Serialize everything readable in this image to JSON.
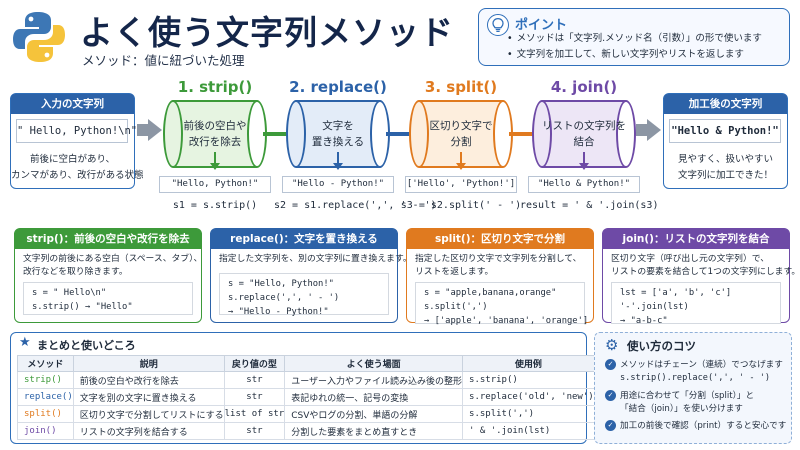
{
  "header": {
    "title": "よく使う文字列メソッド",
    "subtitle": "メソッド：値に紐づいた処理"
  },
  "point": {
    "title": "ポイント",
    "items": [
      "メソッドは「文字列.メソッド名（引数）」の形で使います",
      "文字列を加工して、新しい文字列やリストを返します"
    ]
  },
  "input": {
    "heading": "入力の文字列",
    "value": "\"  Hello,  Python!\\n\"",
    "desc": [
      "前後に空白があり、",
      "カンマがあり、改行がある状態"
    ]
  },
  "output": {
    "heading": "加工後の文字列",
    "value": "\"Hello & Python!\"",
    "desc": [
      "見やすく、扱いやすい",
      "文字列に加工できた！"
    ]
  },
  "steps": [
    {
      "title": "1. strip()",
      "text": [
        "前後の空白や",
        "改行を除去"
      ],
      "result": "\"Hello,  Python!\"",
      "code": "s1 = s.strip()",
      "color": "#3d9a3a",
      "fill": "#e6f4e1"
    },
    {
      "title": "2. replace()",
      "text": [
        "文字を",
        "置き換える"
      ],
      "result": "\"Hello - Python!\"",
      "code": "s2 = s1.replace(',', ' - ')",
      "color": "#2c62a8",
      "fill": "#e3ecf8"
    },
    {
      "title": "3. split()",
      "text": [
        "区切り文字で",
        "分割"
      ],
      "result": "['Hello', 'Python!']",
      "code": "s3 = s2.split(' - ')",
      "color": "#e07a1f",
      "fill": "#fdeedd"
    },
    {
      "title": "4. join()",
      "text": [
        "リストの文字列を",
        "結合"
      ],
      "result": "\"Hello & Python!\"",
      "code": "result = ' & '.join(s3)",
      "color": "#6e4aa6",
      "fill": "#ede6f6"
    }
  ],
  "cards": [
    {
      "heading": "strip()：前後の空白や改行を除去",
      "desc": [
        "文字列の前後にある空白（スペース、タブ）、",
        "改行などを取り除きます。"
      ],
      "code": [
        "s = \"   Hello\\n\"",
        "s.strip()   →   \"Hello\""
      ],
      "color": "#3d9a3a"
    },
    {
      "heading": "replace()：文字を置き換える",
      "desc": [
        "指定した文字列を、別の文字列に置き換えます。"
      ],
      "code": [
        "s = \"Hello, Python!\"",
        "s.replace(',', ' - ')",
        "     →   \"Hello - Python!\""
      ],
      "color": "#2c62a8"
    },
    {
      "heading": "split()：区切り文字で分割",
      "desc": [
        "指定した区切り文字で文字列を分割して、",
        "リストを返します。"
      ],
      "code": [
        "s = \"apple,banana,orange\"",
        "s.split(',')",
        "  →   ['apple', 'banana', 'orange']"
      ],
      "color": "#e07a1f"
    },
    {
      "heading": "join()：リストの文字列を結合",
      "desc": [
        "区切り文字（呼び出し元の文字列）で、",
        "リストの要素を結合して1つの文字列にします。"
      ],
      "code": [
        "lst = ['a', 'b', 'c']",
        "'-'.join(lst)",
        "          →   \"a-b-c\""
      ],
      "color": "#6e4aa6"
    }
  ],
  "summary": {
    "title": "まとめと使いどころ",
    "headers": [
      "メソッド",
      "説明",
      "戻り値の型",
      "よく使う場面",
      "使用例"
    ],
    "rows": [
      [
        "strip()",
        "前後の空白や改行を除去",
        "str",
        "ユーザー入力やファイル読み込み後の整形",
        "s.strip()"
      ],
      [
        "replace()",
        "文字を別の文字に置き換える",
        "str",
        "表記ゆれの統一、記号の変換",
        "s.replace('old', 'new')"
      ],
      [
        "split()",
        "区切り文字で分割してリストにする",
        "list of str",
        "CSVやログの分割、単語の分解",
        "s.split(',')"
      ],
      [
        "join()",
        "リストの文字列を結合する",
        "str",
        "分割した要素をまとめ直すとき",
        "' & '.join(lst)"
      ]
    ],
    "method_colors": [
      "#3d9a3a",
      "#2c62a8",
      "#e07a1f",
      "#6e4aa6"
    ]
  },
  "tips": {
    "title": "使い方のコツ",
    "items": [
      [
        "メソッドはチェーン（連続）でつなげます",
        "s.strip().replace(',', ' - ')"
      ],
      [
        "用途に合わせて「分割（split）」と",
        "「結合（join）」を使い分けます"
      ],
      [
        "加工の前後で確認（print）すると安心です"
      ]
    ]
  }
}
